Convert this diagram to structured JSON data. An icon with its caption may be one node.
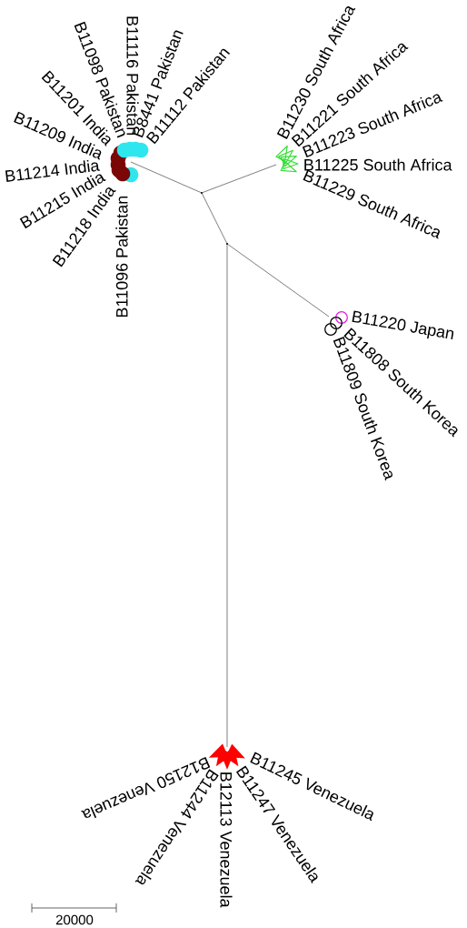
{
  "diagram": {
    "nodes": [
      {
        "text": [
          "B11098 Pakistan"
        ]
      },
      {
        "text": [
          "B11116 Pakistan"
        ]
      },
      {
        "text": [
          "B8441 Pakistan"
        ]
      },
      {
        "text": [
          "B11112 Pakistan"
        ]
      },
      {
        "text": [
          "B11201 India"
        ]
      },
      {
        "text": [
          "B11209 India"
        ]
      },
      {
        "text": [
          "B11214 India"
        ]
      },
      {
        "text": [
          "B11215 India"
        ]
      },
      {
        "text": [
          "B11218 India"
        ]
      },
      {
        "text": [
          "B11096 Pakistan"
        ]
      },
      {
        "text": [
          "B11230 South Africa"
        ]
      },
      {
        "text": [
          "B11221 South Africa"
        ]
      },
      {
        "text": [
          "B11223 South Africa"
        ]
      },
      {
        "text": [
          "B11225 South Africa"
        ]
      },
      {
        "text": [
          "B11229 South Africa"
        ]
      },
      {
        "text": [
          "B11220 Japan"
        ]
      },
      {
        "text": [
          "B11808 South Korea"
        ]
      },
      {
        "text": [
          "B11809 South Korea"
        ]
      },
      {
        "text": [
          "B11245 Venezuela"
        ]
      },
      {
        "text": [
          "B11247 Venezuela"
        ]
      },
      {
        "text": [
          "B12113 Venezuela"
        ]
      },
      {
        "text": [
          "B11244 Venezuela"
        ]
      },
      {
        "text": [
          "B12150 Venezuela"
        ]
      },
      {
        "text": [],
        "shape": "point"
      },
      {
        "text": [],
        "shape": "point"
      }
    ],
    "edges": [
      {
        "from": 23,
        "to": 0,
        "arrow": "none"
      },
      {
        "from": 23,
        "to": 1,
        "arrow": "none"
      },
      {
        "from": 23,
        "to": 2,
        "arrow": "none"
      },
      {
        "from": 23,
        "to": 3,
        "arrow": "none"
      },
      {
        "from": 23,
        "to": 4,
        "arrow": "none"
      },
      {
        "from": 23,
        "to": 5,
        "arrow": "none"
      },
      {
        "from": 23,
        "to": 6,
        "arrow": "none"
      },
      {
        "from": 23,
        "to": 7,
        "arrow": "none"
      },
      {
        "from": 23,
        "to": 8,
        "arrow": "none"
      },
      {
        "from": 23,
        "to": 9,
        "arrow": "none"
      },
      {
        "from": 23,
        "to": 10,
        "arrow": "none"
      },
      {
        "from": 23,
        "to": 11,
        "arrow": "none"
      },
      {
        "from": 23,
        "to": 12,
        "arrow": "none"
      },
      {
        "from": 23,
        "to": 13,
        "arrow": "none"
      },
      {
        "from": 23,
        "to": 14,
        "arrow": "none"
      },
      {
        "from": 23,
        "to": 24,
        "arrow": "none"
      },
      {
        "from": 24,
        "to": 15,
        "arrow": "none"
      },
      {
        "from": 24,
        "to": 16,
        "arrow": "none"
      },
      {
        "from": 24,
        "to": 17,
        "arrow": "none"
      },
      {
        "from": 24,
        "to": 18,
        "arrow": "none"
      },
      {
        "from": 24,
        "to": 19,
        "arrow": "none"
      },
      {
        "from": 24,
        "to": 20,
        "arrow": "none"
      },
      {
        "from": 24,
        "to": 21,
        "arrow": "none"
      },
      {
        "from": 24,
        "to": 22,
        "arrow": "none"
      }
    ],
    "labels": [
      "20000"
    ]
  }
}
